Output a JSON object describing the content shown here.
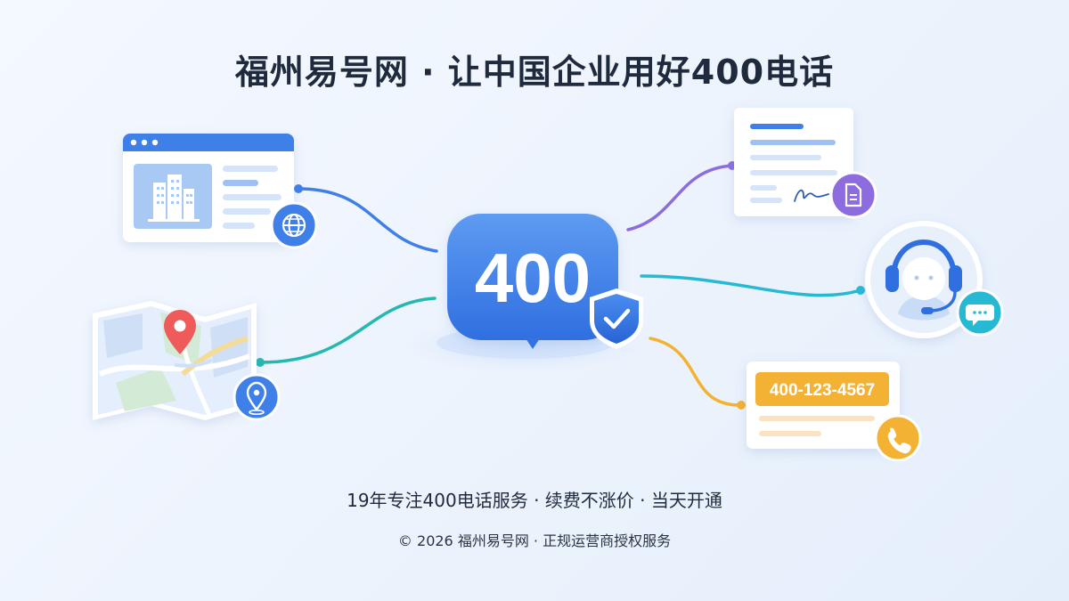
{
  "header": {
    "title": "福州易号网 · 让中国企业用好400电话"
  },
  "hub": {
    "number": "400",
    "icon": "shield-check-icon"
  },
  "cards": {
    "website": {
      "icon": "globe-icon",
      "image_icon": "building-icon"
    },
    "map": {
      "icon": "location-pin-icon"
    },
    "contract": {
      "icon": "document-icon"
    },
    "support": {
      "icon": "chat-bubble-icon",
      "image_icon": "headset-icon"
    },
    "number_card": {
      "phone_number": "400-123-4567",
      "icon": "phone-icon"
    }
  },
  "footer": {
    "tagline": "19年专注400电话服务 · 续费不涨价 · 当天开通",
    "copyright": "© 2026 福州易号网 · 正规运营商授权服务"
  },
  "colors": {
    "primary_blue": "#3f7fe8",
    "purple": "#8d6ce0",
    "teal": "#24b8b0",
    "cyan": "#26b9d4",
    "amber": "#f3b233",
    "text_dark": "#1f2a3d"
  }
}
